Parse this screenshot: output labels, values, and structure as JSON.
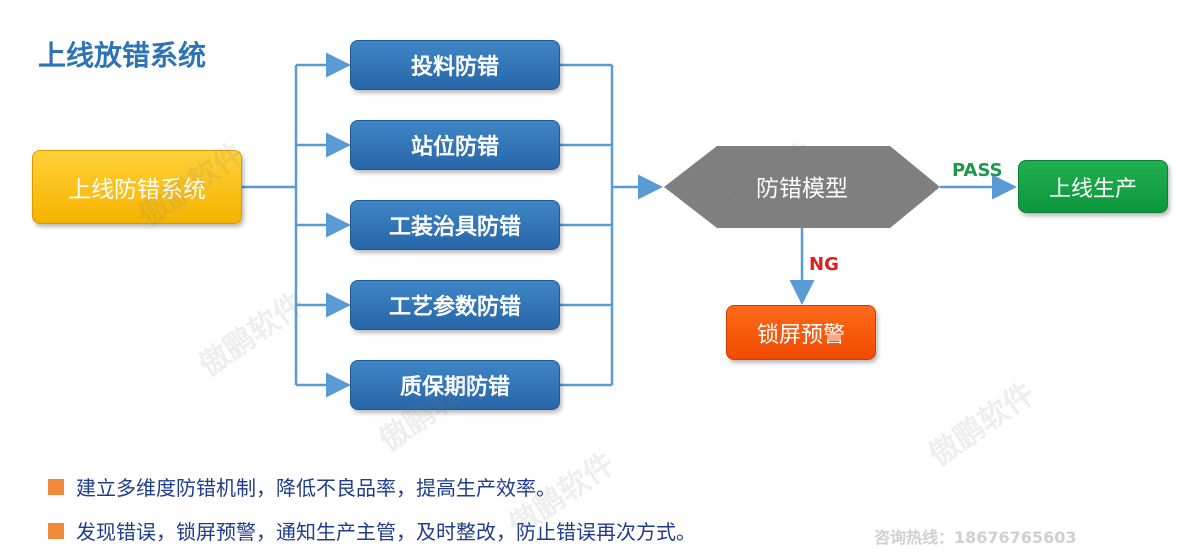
{
  "title": "上线放错系统",
  "source_node": "上线防错系统",
  "check_nodes": [
    "投料防错",
    "站位防错",
    "工装治具防错",
    "工艺参数防错",
    "质保期防错"
  ],
  "decision_node": "防错模型",
  "pass_label": "PASS",
  "ng_label": "NG",
  "pass_target": "上线生产",
  "ng_target": "锁屏预警",
  "bullets": [
    "建立多维度防错机制，降低不良品率，提高生产效率。",
    "发现错误，锁屏预警，通知生产主管，及时整改，防止错误再次方式。"
  ],
  "watermark": "傲鹏软件",
  "hotline": "咨询热线：18676765603",
  "colors": {
    "title": "#2E74B5",
    "source": "#F5B300",
    "check": "#2E74B5",
    "decision": "#7F7F7F",
    "pass": "#1A9A4A",
    "ng": "#E02020",
    "bullet": "#F08A3A",
    "arrow": "#5B9BD5"
  }
}
